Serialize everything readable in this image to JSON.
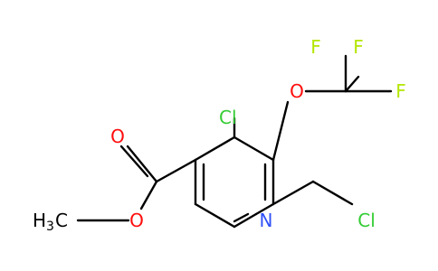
{
  "colors": {
    "background": "#ffffff",
    "bond": "#000000",
    "chlorine": "#33cc33",
    "oxygen": "#ff0d0d",
    "fluorine": "#b3e600",
    "nitrogen": "#3050f8",
    "carbon_label": "#000000"
  },
  "atoms": {
    "cl_ring": "Cl",
    "o_ether": "O",
    "f1": "F",
    "f2": "F",
    "f3": "F",
    "o_carbonyl": "O",
    "o_ester": "O",
    "methyl_h": "H",
    "methyl_sub": "3",
    "methyl_c": "C",
    "n_ring": "N",
    "cl_chain": "Cl"
  }
}
